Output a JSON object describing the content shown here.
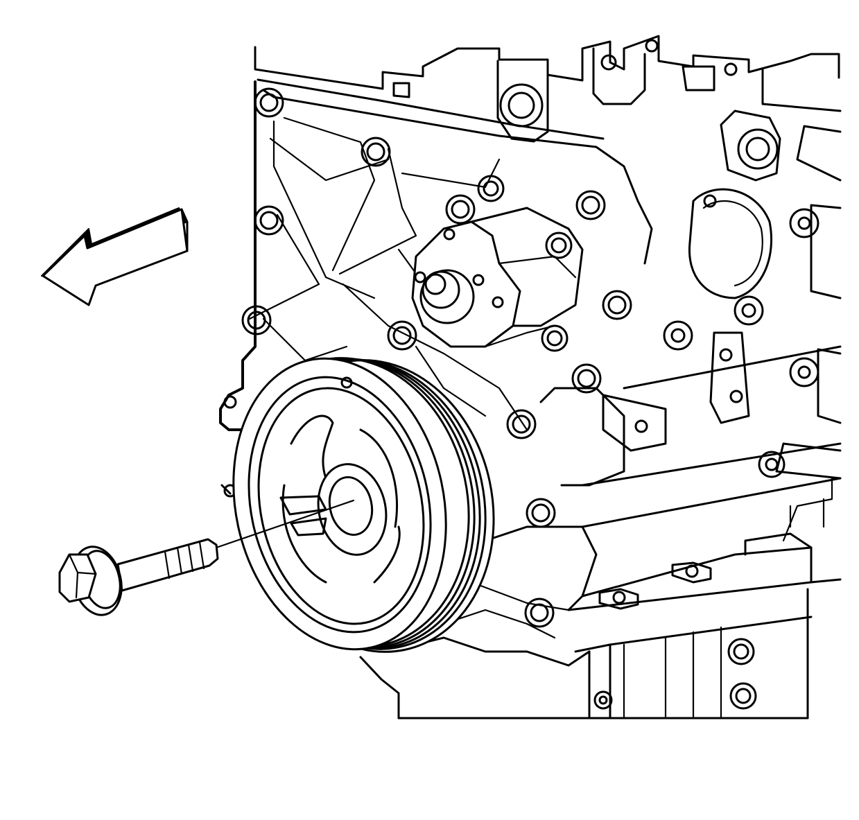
{
  "figure": {
    "subject": "crankshaft-balancer-bolt-installation",
    "direction_indicator": "front-of-vehicle-arrow-icon",
    "components": [
      {
        "id": "engine-block-front-cover",
        "kind": "housing"
      },
      {
        "id": "crankshaft-balancer",
        "kind": "pulley"
      },
      {
        "id": "crankshaft-balancer-bolt",
        "kind": "fastener"
      },
      {
        "id": "water-pump-hub",
        "kind": "hub"
      }
    ]
  }
}
